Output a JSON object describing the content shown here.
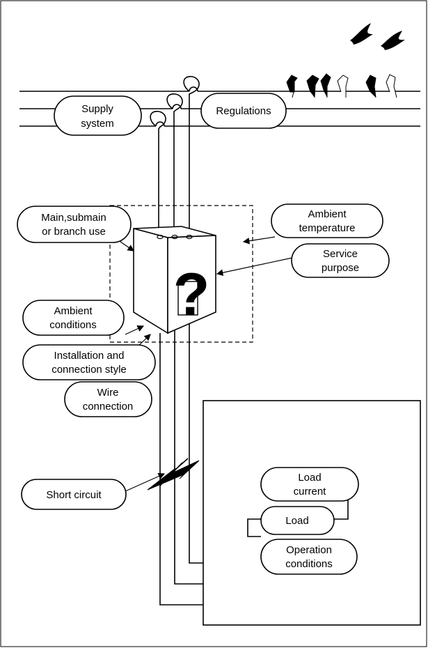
{
  "labels": {
    "supply_1": "Supply",
    "supply_2": "system",
    "regulations": "Regulations",
    "main_1": "Main,submain",
    "main_2": "or branch use",
    "ambient_temp_1": "Ambient",
    "ambient_temp_2": "temperature",
    "service_1": "Service",
    "service_2": "purpose",
    "ambient_cond_1": "Ambient",
    "ambient_cond_2": "conditions",
    "install_1": "Installation and",
    "install_2": "connection style",
    "wire_1": "Wire",
    "wire_2": "connection",
    "short_circuit": "Short circuit",
    "load_current_1": "Load",
    "load_current_2": "current",
    "load": "Load",
    "operation_1": "Operation",
    "operation_2": "conditions"
  },
  "breaker_symbol": "?"
}
